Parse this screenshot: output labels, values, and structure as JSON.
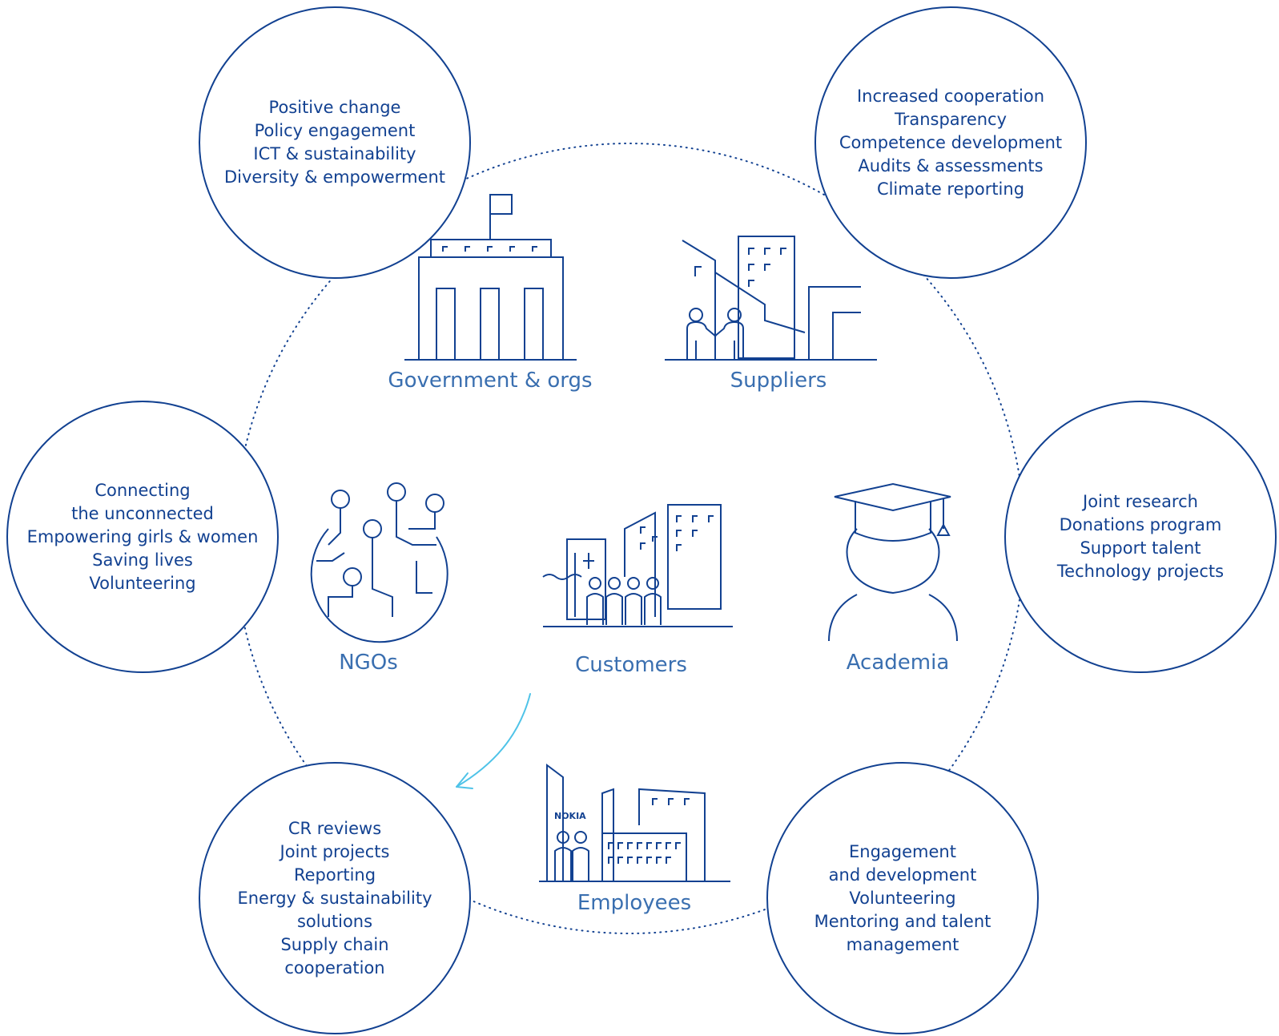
{
  "colors": {
    "primary": "#124191",
    "label": "#3a6fb0",
    "arrow": "#4fc3e8"
  },
  "bubbles": {
    "top_left": [
      "Positive change",
      "Policy engagement",
      "ICT & sustainability",
      "Diversity & empowerment"
    ],
    "top_right": [
      "Increased cooperation",
      "Transparency",
      "Competence development",
      "Audits & assessments",
      "Climate reporting"
    ],
    "middle_left": [
      "Connecting",
      "the unconnected",
      "Empowering girls & women",
      "Saving lives",
      "Volunteering"
    ],
    "middle_right": [
      "Joint research",
      "Donations program",
      "Support talent",
      "Technology projects"
    ],
    "bottom_left": [
      "CR reviews",
      "Joint projects",
      "Reporting",
      "Energy & sustainability",
      "solutions",
      "Supply chain",
      "cooperation"
    ],
    "bottom_right": [
      "Engagement",
      "and development",
      "Volunteering",
      "Mentoring and talent",
      "management"
    ]
  },
  "stakeholders": {
    "government": "Government & orgs",
    "suppliers": "Suppliers",
    "ngos": "NGOs",
    "customers": "Customers",
    "academia": "Academia",
    "employees": "Employees"
  },
  "icons": {
    "government": "government-building-icon",
    "suppliers": "supplier-handshake-icon",
    "ngos": "globe-network-icon",
    "customers": "city-people-icon",
    "academia": "graduate-icon",
    "employees": "nokia-office-icon",
    "nokia_logo_text": "NOKIA"
  }
}
